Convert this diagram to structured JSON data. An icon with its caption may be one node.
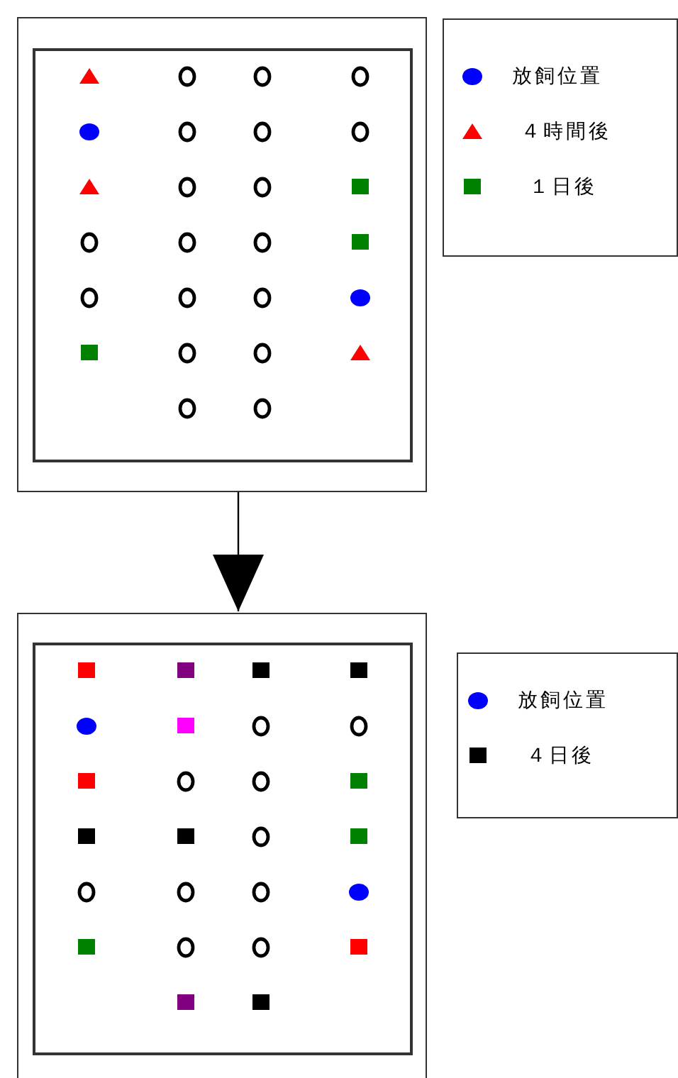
{
  "diagram": {
    "nodes": [
      {
        "text": [],
        "shape": "box"
      },
      {
        "text": [],
        "shape": "box"
      }
    ],
    "edges": [
      {
        "from": 0,
        "to": 1,
        "arrow": "to"
      }
    ],
    "legend": [
      {
        "text": "放飼位置",
        "color": "#0000ff"
      },
      {
        "text": "４時間後",
        "color": "#ff0000"
      },
      {
        "text": "１日後",
        "color": "#008000"
      },
      {
        "text": "放飼位置",
        "color": "#0000ff"
      },
      {
        "text": "４日後",
        "color": "#000000"
      }
    ]
  }
}
